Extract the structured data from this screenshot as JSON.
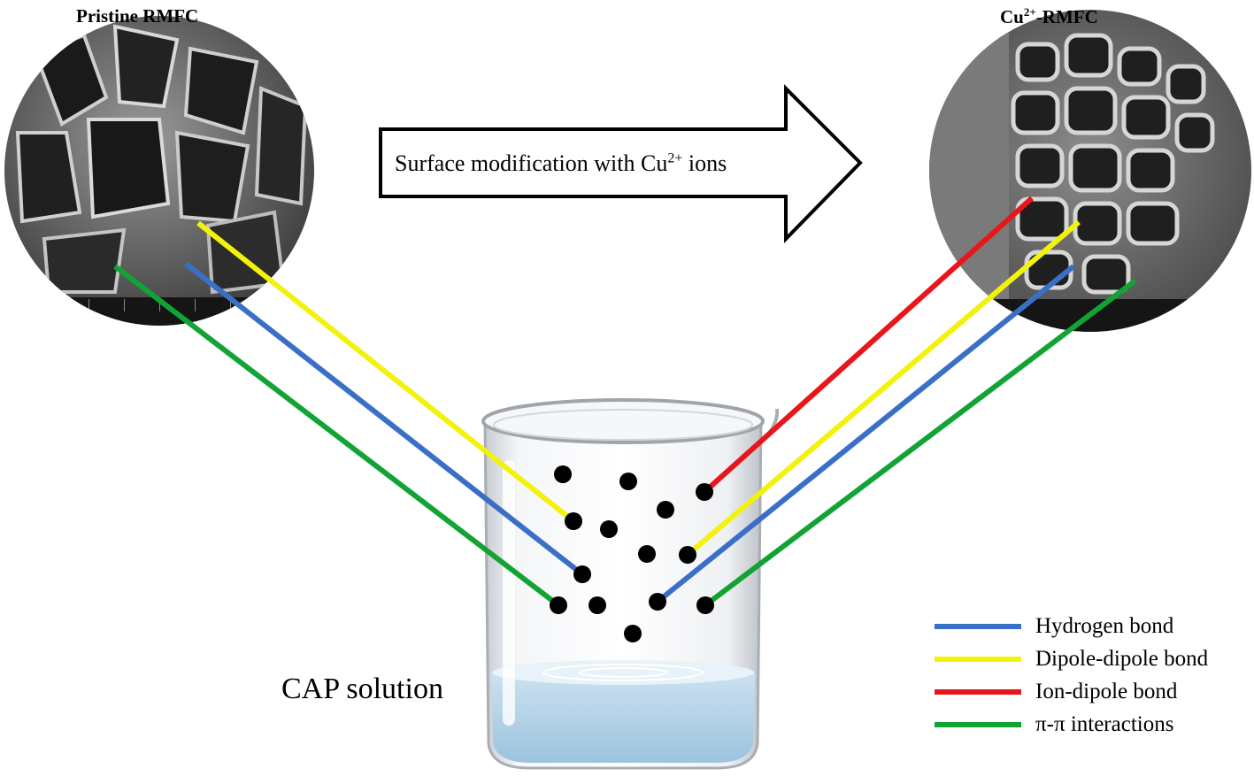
{
  "left_title": "Pristine RMFC",
  "right_title": {
    "base": "Cu",
    "sup": "2+",
    "rest": "-RMFC"
  },
  "arrow_label": {
    "text": "Surface modification with Cu",
    "sup": "2+",
    "rest": " ions"
  },
  "beaker_label": "CAP solution",
  "legend": [
    {
      "label": "Hydrogen bond",
      "color": "#3a6fc8"
    },
    {
      "label": "Dipole-dipole bond",
      "color": "#f2f20a"
    },
    {
      "label": "Ion-dipole bond",
      "color": "#e8161b"
    },
    {
      "label": "π-π interactions",
      "color": "#12a335"
    }
  ],
  "colors": {
    "hydrogen": "#3a6fc8",
    "dipole": "#f2f20a",
    "ion": "#e8161b",
    "pi": "#12a335"
  }
}
